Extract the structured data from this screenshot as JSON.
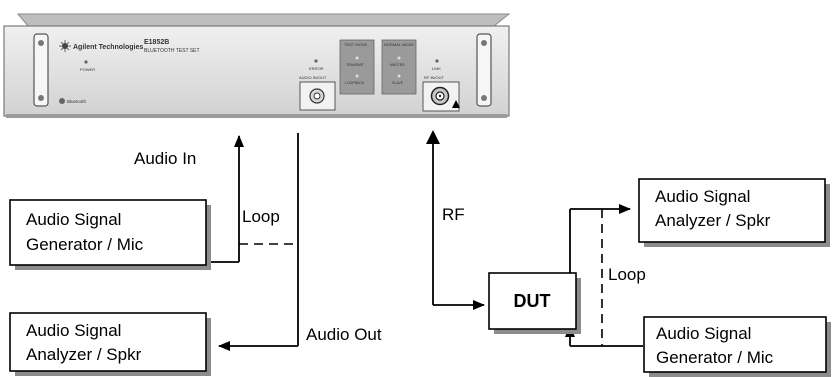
{
  "instrument": {
    "brand": "Agilent Technologies",
    "model": "E1852B",
    "subtitle": "BLUETOOTH TEST SET",
    "power_label": "POWER",
    "bluetooth_label": "Bluetooth",
    "audio_io_label": "AUDIO IN/OUT",
    "error_label": "ERROR",
    "test_mode_header": "TEST MODE",
    "test_mode_items": [
      "TRANSMIT",
      "LOOPBACK"
    ],
    "normal_mode_header": "NORMAL MODE",
    "normal_mode_items": [
      "MASTER",
      "SLAVE"
    ],
    "link_label": "LINK",
    "rf_label": "RF IN/OUT",
    "body_color": "#e4e4e4"
  },
  "labels": {
    "audio_in": "Audio In",
    "loop_left": "Loop",
    "rf": "RF",
    "audio_out": "Audio Out",
    "dut": "DUT",
    "loop_right": "Loop"
  },
  "boxes": {
    "generator_left": [
      "Audio Signal",
      "Generator / Mic"
    ],
    "analyzer_left": [
      "Audio Signal",
      "Analyzer / Spkr"
    ],
    "analyzer_right": [
      "Audio Signal",
      "Analyzer / Spkr"
    ],
    "generator_right": [
      "Audio Signal",
      "Generator / Mic"
    ]
  }
}
